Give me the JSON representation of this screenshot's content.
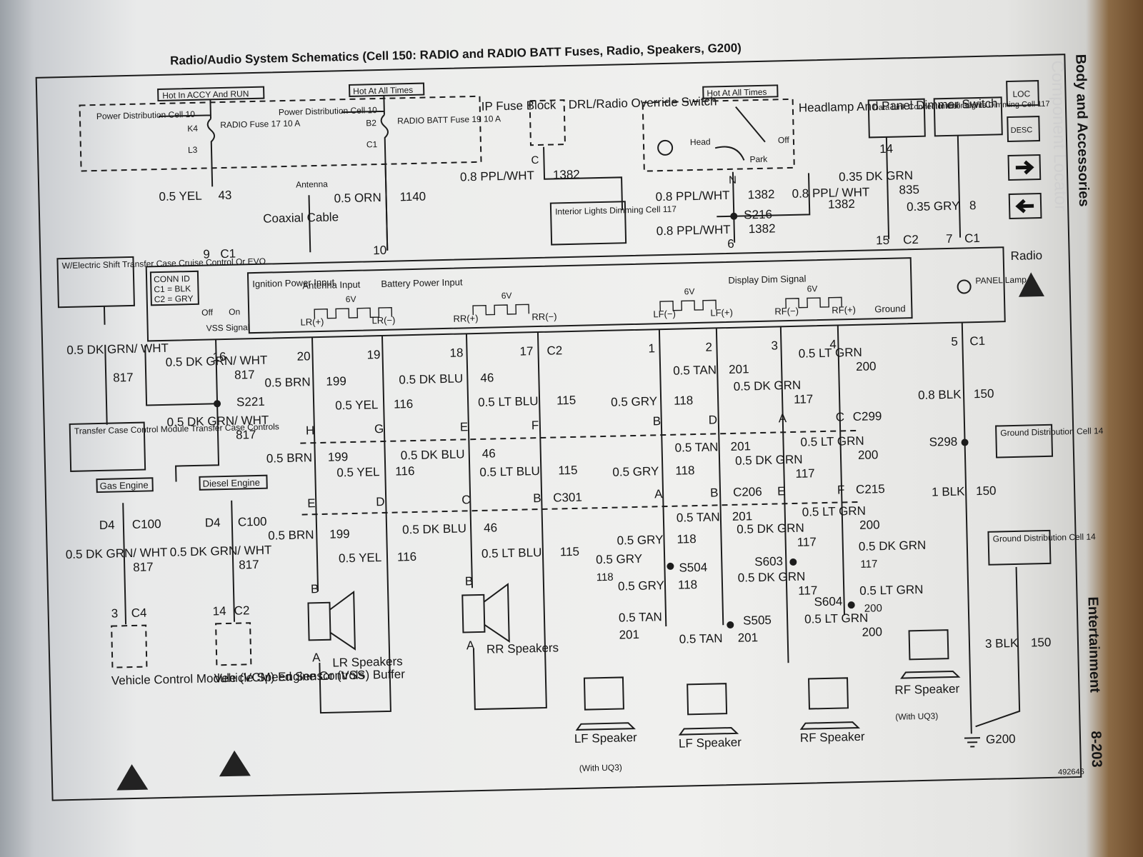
{
  "title": "Radio/Audio System Schematics (Cell 150: RADIO and RADIO BATT Fuses, Radio, Speakers, G200)",
  "side": {
    "section": "Body and Accessories",
    "chapter": "Entertainment",
    "page": "8-203",
    "ghost": "Component Locator"
  },
  "figure_id": "492646",
  "nav": {
    "loc": "LOC",
    "desc": "DESC"
  },
  "fuse": {
    "hot_accy": "Hot In ACCY And RUN",
    "hot_all": "Hot At All Times",
    "pd_cell": "Power Distribution Cell 10",
    "pd_cell2": "Power Distribution Cell 10",
    "k4": "K4",
    "l3": "L3",
    "radio_fuse": "RADIO Fuse 17 10 A",
    "b2": "B2",
    "c1": "C1",
    "batt_fuse": "RADIO BATT Fuse 19 10 A",
    "ip_block": "IP Fuse Block"
  },
  "drl": {
    "label": "DRL/Radio Override Switch",
    "c": "C"
  },
  "headlamp": {
    "hot": "Hot At All Times",
    "label": "Headlamp And Panel Dimmer Switch",
    "head": "Head",
    "off": "Off",
    "park": "Park",
    "n": "N"
  },
  "dlc": "Data Link Connector Cell 50",
  "ild_top": "Interior Lights Dimming Cell 117",
  "ild_mid": "Interior Lights Dimming Cell 117",
  "wires": {
    "yel43": "0.5 YEL",
    "n43": "43",
    "orn1140": "0.5 ORN",
    "n1140": "1140",
    "ppl1": "0.8 PPL/WHT",
    "n1382a": "1382",
    "ppl2": "0.8 PPL/WHT",
    "n1382b": "1382",
    "ppl3": "0.8 PPL/WHT",
    "n1382c": "1382",
    "ppl4": "0.8 PPL/ WHT",
    "n1382d": "1382",
    "dkgrn835": "0.35 DK GRN",
    "n835": "835",
    "gry8": "0.35 GRY",
    "n8": "8",
    "s216": "S216",
    "antenna": "Antenna",
    "coax": "Coaxial Cable"
  },
  "pins_top": {
    "p9": "9",
    "c1a": "C1",
    "p10": "10",
    "p6": "6",
    "p14": "14",
    "p15": "15",
    "c2": "C2",
    "p7": "7",
    "c1b": "C1"
  },
  "radio": {
    "label": "Radio",
    "conn": "CONN ID",
    "c1blk": "C1 = BLK",
    "c2gry": "C2 = GRY",
    "off": "Off",
    "on": "On",
    "vss": "VSS Signal",
    "ign": "Ignition Power Input",
    "ant": "Antenna Input",
    "batt": "Battery Power Input",
    "disp": "Display Dim Signal",
    "v6": "6V",
    "lrp": "LR(+)",
    "lrm": "LR(−)",
    "rrp": "RR(+)",
    "rrm": "RR(−)",
    "lfm": "LF(−)",
    "lfp": "LF(+)",
    "rfm": "RF(−)",
    "rfp": "RF(+)",
    "gnd": "Ground",
    "panel": "PANEL Lamp"
  },
  "left": {
    "wes": "W/Electric Shift Transfer Case Cruise Control Or EVO",
    "w817a": "0.5 DK GRN/ WHT",
    "n817a": "817",
    "w817b": "0.5 DK GRN/ WHT",
    "n817b": "817",
    "s221": "S221",
    "w817c": "0.5 DK GRN/ WHT",
    "n817c": "817",
    "tccm": "Transfer Case Control Module Transfer Case Controls",
    "gas": "Gas Engine",
    "diesel": "Diesel Engine",
    "d4a": "D4",
    "c100a": "C100",
    "d4b": "D4",
    "c100b": "C100",
    "w817d": "0.5 DK GRN/ WHT",
    "n817d": "817",
    "w817e": "0.5 DK GRN/ WHT",
    "n817e": "817",
    "p3": "3",
    "c4": "C4",
    "p14": "14",
    "c2": "C2",
    "vcm": "Vehicle Control Module (VCM) Engine Controls",
    "vss": "Vehicle Speed Sensor (VSS) Buffer"
  },
  "pins": {
    "p20": "20",
    "p19": "19",
    "p18": "18",
    "p17": "17",
    "c2": "C2",
    "p1": "1",
    "p2": "2",
    "p3": "3",
    "p4": "4",
    "p16": "16",
    "p5": "5",
    "c1": "C1"
  },
  "lr": {
    "brn": "0.5 BRN",
    "n199": "199",
    "yel": "0.5 YEL",
    "n116": "116",
    "H": "H",
    "G": "G",
    "E": "E",
    "D": "D",
    "B": "B",
    "A": "A",
    "label": "LR Speakers"
  },
  "rr": {
    "blu": "0.5 DK BLU",
    "n46": "46",
    "lblu": "0.5 LT BLU",
    "n115": "115",
    "E": "E",
    "F": "F",
    "C": "C",
    "B": "B",
    "c301": "C301",
    "Bs": "B",
    "A": "A",
    "label": "RR Speakers"
  },
  "lf": {
    "tan": "0.5 TAN",
    "n201": "201",
    "gry": "0.5 GRY",
    "n118": "118",
    "B": "B",
    "D": "D",
    "A": "A",
    "Bb": "B",
    "c206": "C206",
    "s504": "S504",
    "s505": "S505",
    "label1": "LF Speaker",
    "with": "(With UQ3)",
    "label2": "LF Speaker"
  },
  "rf": {
    "ltgrn": "0.5 LT GRN",
    "n200": "200",
    "dkgrn": "0.5 DK GRN",
    "n117": "117",
    "A": "A",
    "C": "C",
    "c299": "C299",
    "E": "E",
    "F": "F",
    "c215": "C215",
    "s603": "S603",
    "s604": "S604",
    "label1": "RF Speaker",
    "label2": "RF Speaker",
    "with": "(With UQ3)"
  },
  "gnd": {
    "blk08": "0.8 BLK",
    "n150a": "150",
    "s298": "S298",
    "gdc": "Ground Distribution Cell 14",
    "blk1": "1 BLK",
    "n150b": "150",
    "gdc2": "Ground Distribution Cell 14",
    "blk3": "3 BLK",
    "n150c": "150",
    "g200": "G200"
  }
}
